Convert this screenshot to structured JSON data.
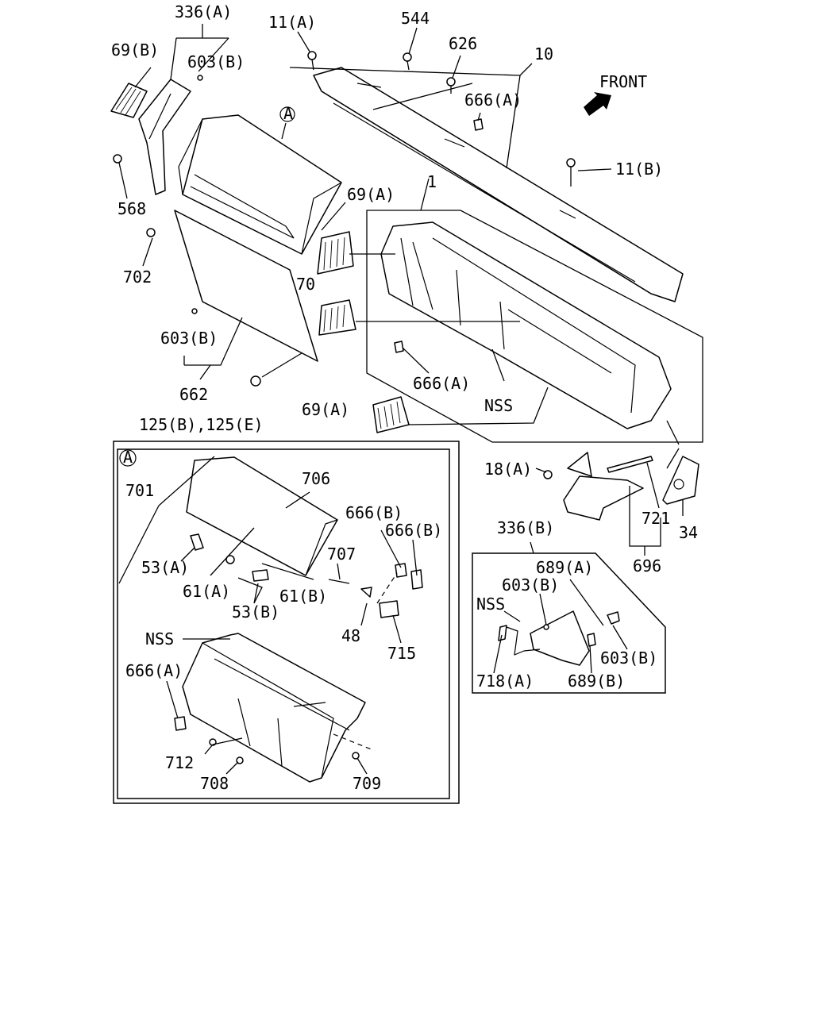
{
  "front_indicator": {
    "label": "FRONT"
  },
  "detail_marker": "A",
  "callouts": {
    "c336A": "336(A)",
    "c11A": "11(A)",
    "c544": "544",
    "c626": "626",
    "c10": "10",
    "c69B": "69(B)",
    "c603B_top": "603(B)",
    "c666A_top": "666(A)",
    "c11B": "11(B)",
    "c568": "568",
    "c69A_upper": "69(A)",
    "c1": "1",
    "c702": "702",
    "c70": "70",
    "c603B_mid": "603(B)",
    "c666A_mid": "666(A)",
    "cNSS_mid": "NSS",
    "c662": "662",
    "c69A_lower": "69(A)",
    "c125": "125(B),125(E)",
    "c18A": "18(A)",
    "c721": "721",
    "c34": "34",
    "c336B": "336(B)",
    "c696": "696",
    "c689A": "689(A)",
    "c603B_box": "603(B)",
    "cNSS_box": "NSS",
    "c603B_box2": "603(B)",
    "c718A": "718(A)",
    "c689B": "689(B)",
    "a701": "701",
    "a706": "706",
    "a666B_1": "666(B)",
    "a666B_2": "666(B)",
    "a53A": "53(A)",
    "a707": "707",
    "a61A": "61(A)",
    "a61B": "61(B)",
    "a53B": "53(B)",
    "a48": "48",
    "a715": "715",
    "aNSS": "NSS",
    "a666A": "666(A)",
    "a712": "712",
    "a708": "708",
    "a709": "709"
  }
}
